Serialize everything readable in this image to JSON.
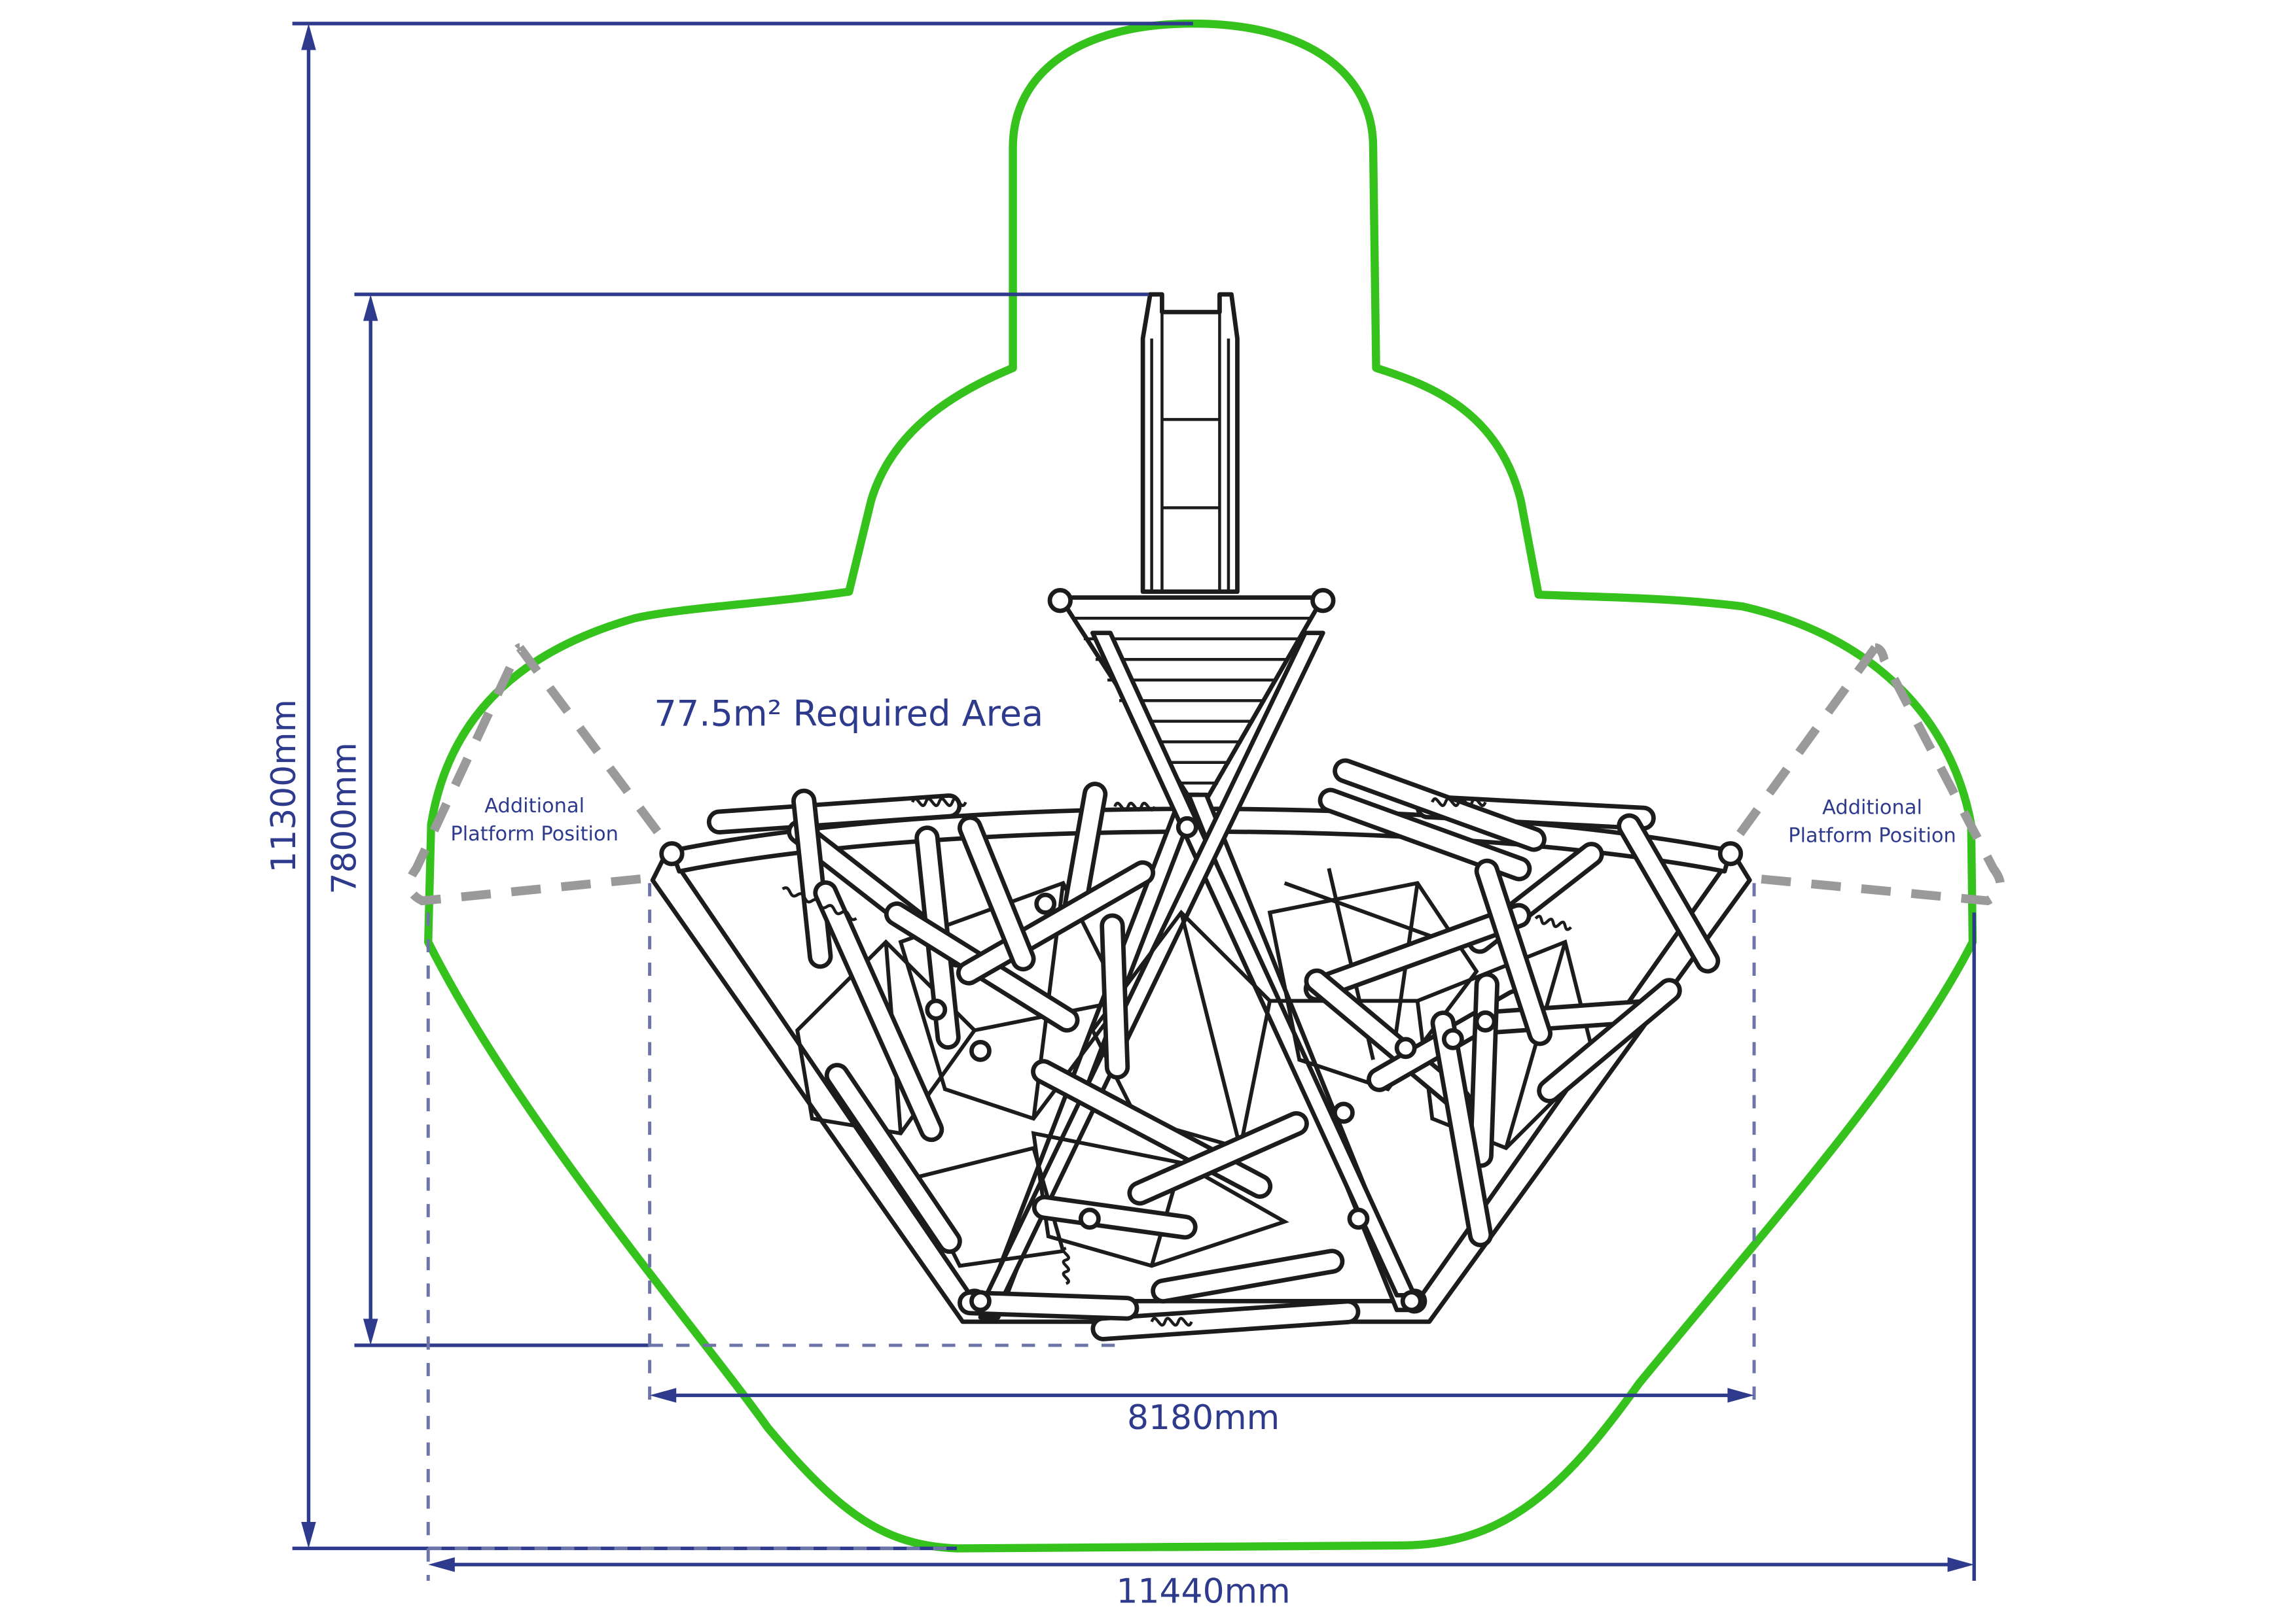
{
  "labels": {
    "required_area": "77.5m² Required Area",
    "platform_left_line1": "Additional",
    "platform_left_line2": "Platform Position",
    "platform_right_line1": "Additional",
    "platform_right_line2": "Platform Position"
  },
  "dimensions": {
    "overall_height": "11300mm",
    "equipment_height": "7800mm",
    "equipment_width": "8180mm",
    "overall_width": "11440mm"
  },
  "colors": {
    "dimension": "#2e3a8c",
    "safety_boundary": "#36c21c",
    "platform_outline": "#9a9a9a",
    "structure": "#1c1c1c"
  }
}
